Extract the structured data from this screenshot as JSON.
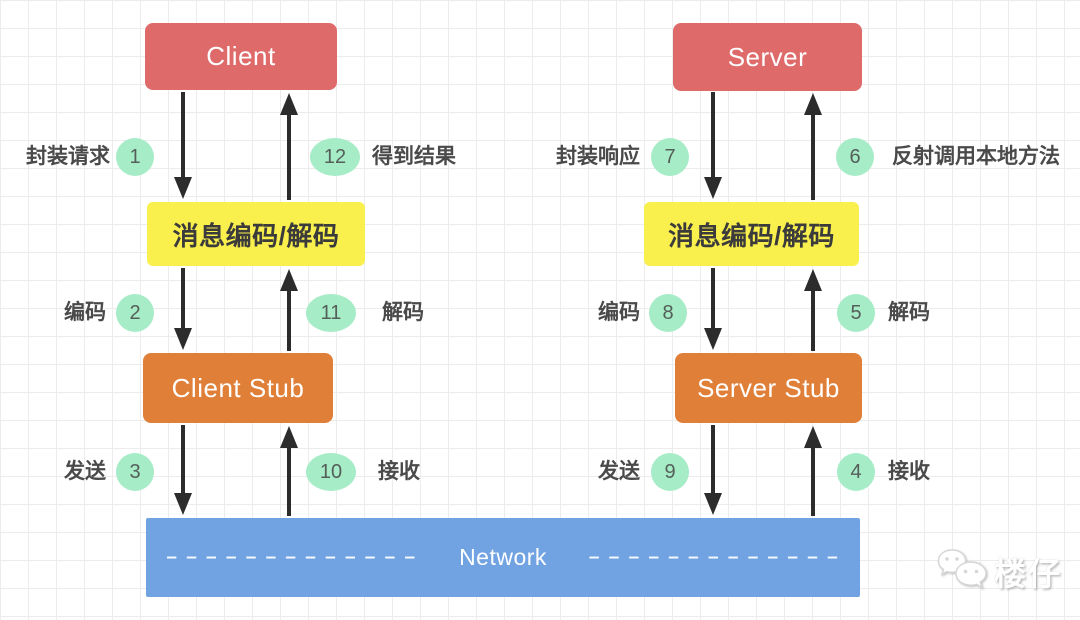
{
  "nodes": {
    "client": "Client",
    "server": "Server",
    "codec": "消息编码/解码",
    "client_stub": "Client Stub",
    "server_stub": "Server Stub",
    "network": "Network",
    "network_dashes": "– – – – – – – – – – – – –"
  },
  "steps": {
    "s1": {
      "num": "1",
      "label": "封装请求"
    },
    "s2": {
      "num": "2",
      "label": "编码"
    },
    "s3": {
      "num": "3",
      "label": "发送"
    },
    "s4": {
      "num": "4",
      "label": "接收"
    },
    "s5": {
      "num": "5",
      "label": "解码"
    },
    "s6": {
      "num": "6",
      "label": "反射调用本地方法"
    },
    "s7": {
      "num": "7",
      "label": "封装响应"
    },
    "s8": {
      "num": "8",
      "label": "编码"
    },
    "s9": {
      "num": "9",
      "label": "发送"
    },
    "s10": {
      "num": "10",
      "label": "接收"
    },
    "s11": {
      "num": "11",
      "label": "解码"
    },
    "s12": {
      "num": "12",
      "label": "得到结果"
    }
  },
  "watermark": {
    "text": "楼仔"
  },
  "colors": {
    "endpoint_box": "#DF6A6A",
    "codec_box": "#F9EF4D",
    "stub_box": "#E08038",
    "network_box": "#71A3E3",
    "step_circle": "#A6ECC7",
    "arrow": "#2C2C2C",
    "label_text": "#4A4A4A"
  }
}
